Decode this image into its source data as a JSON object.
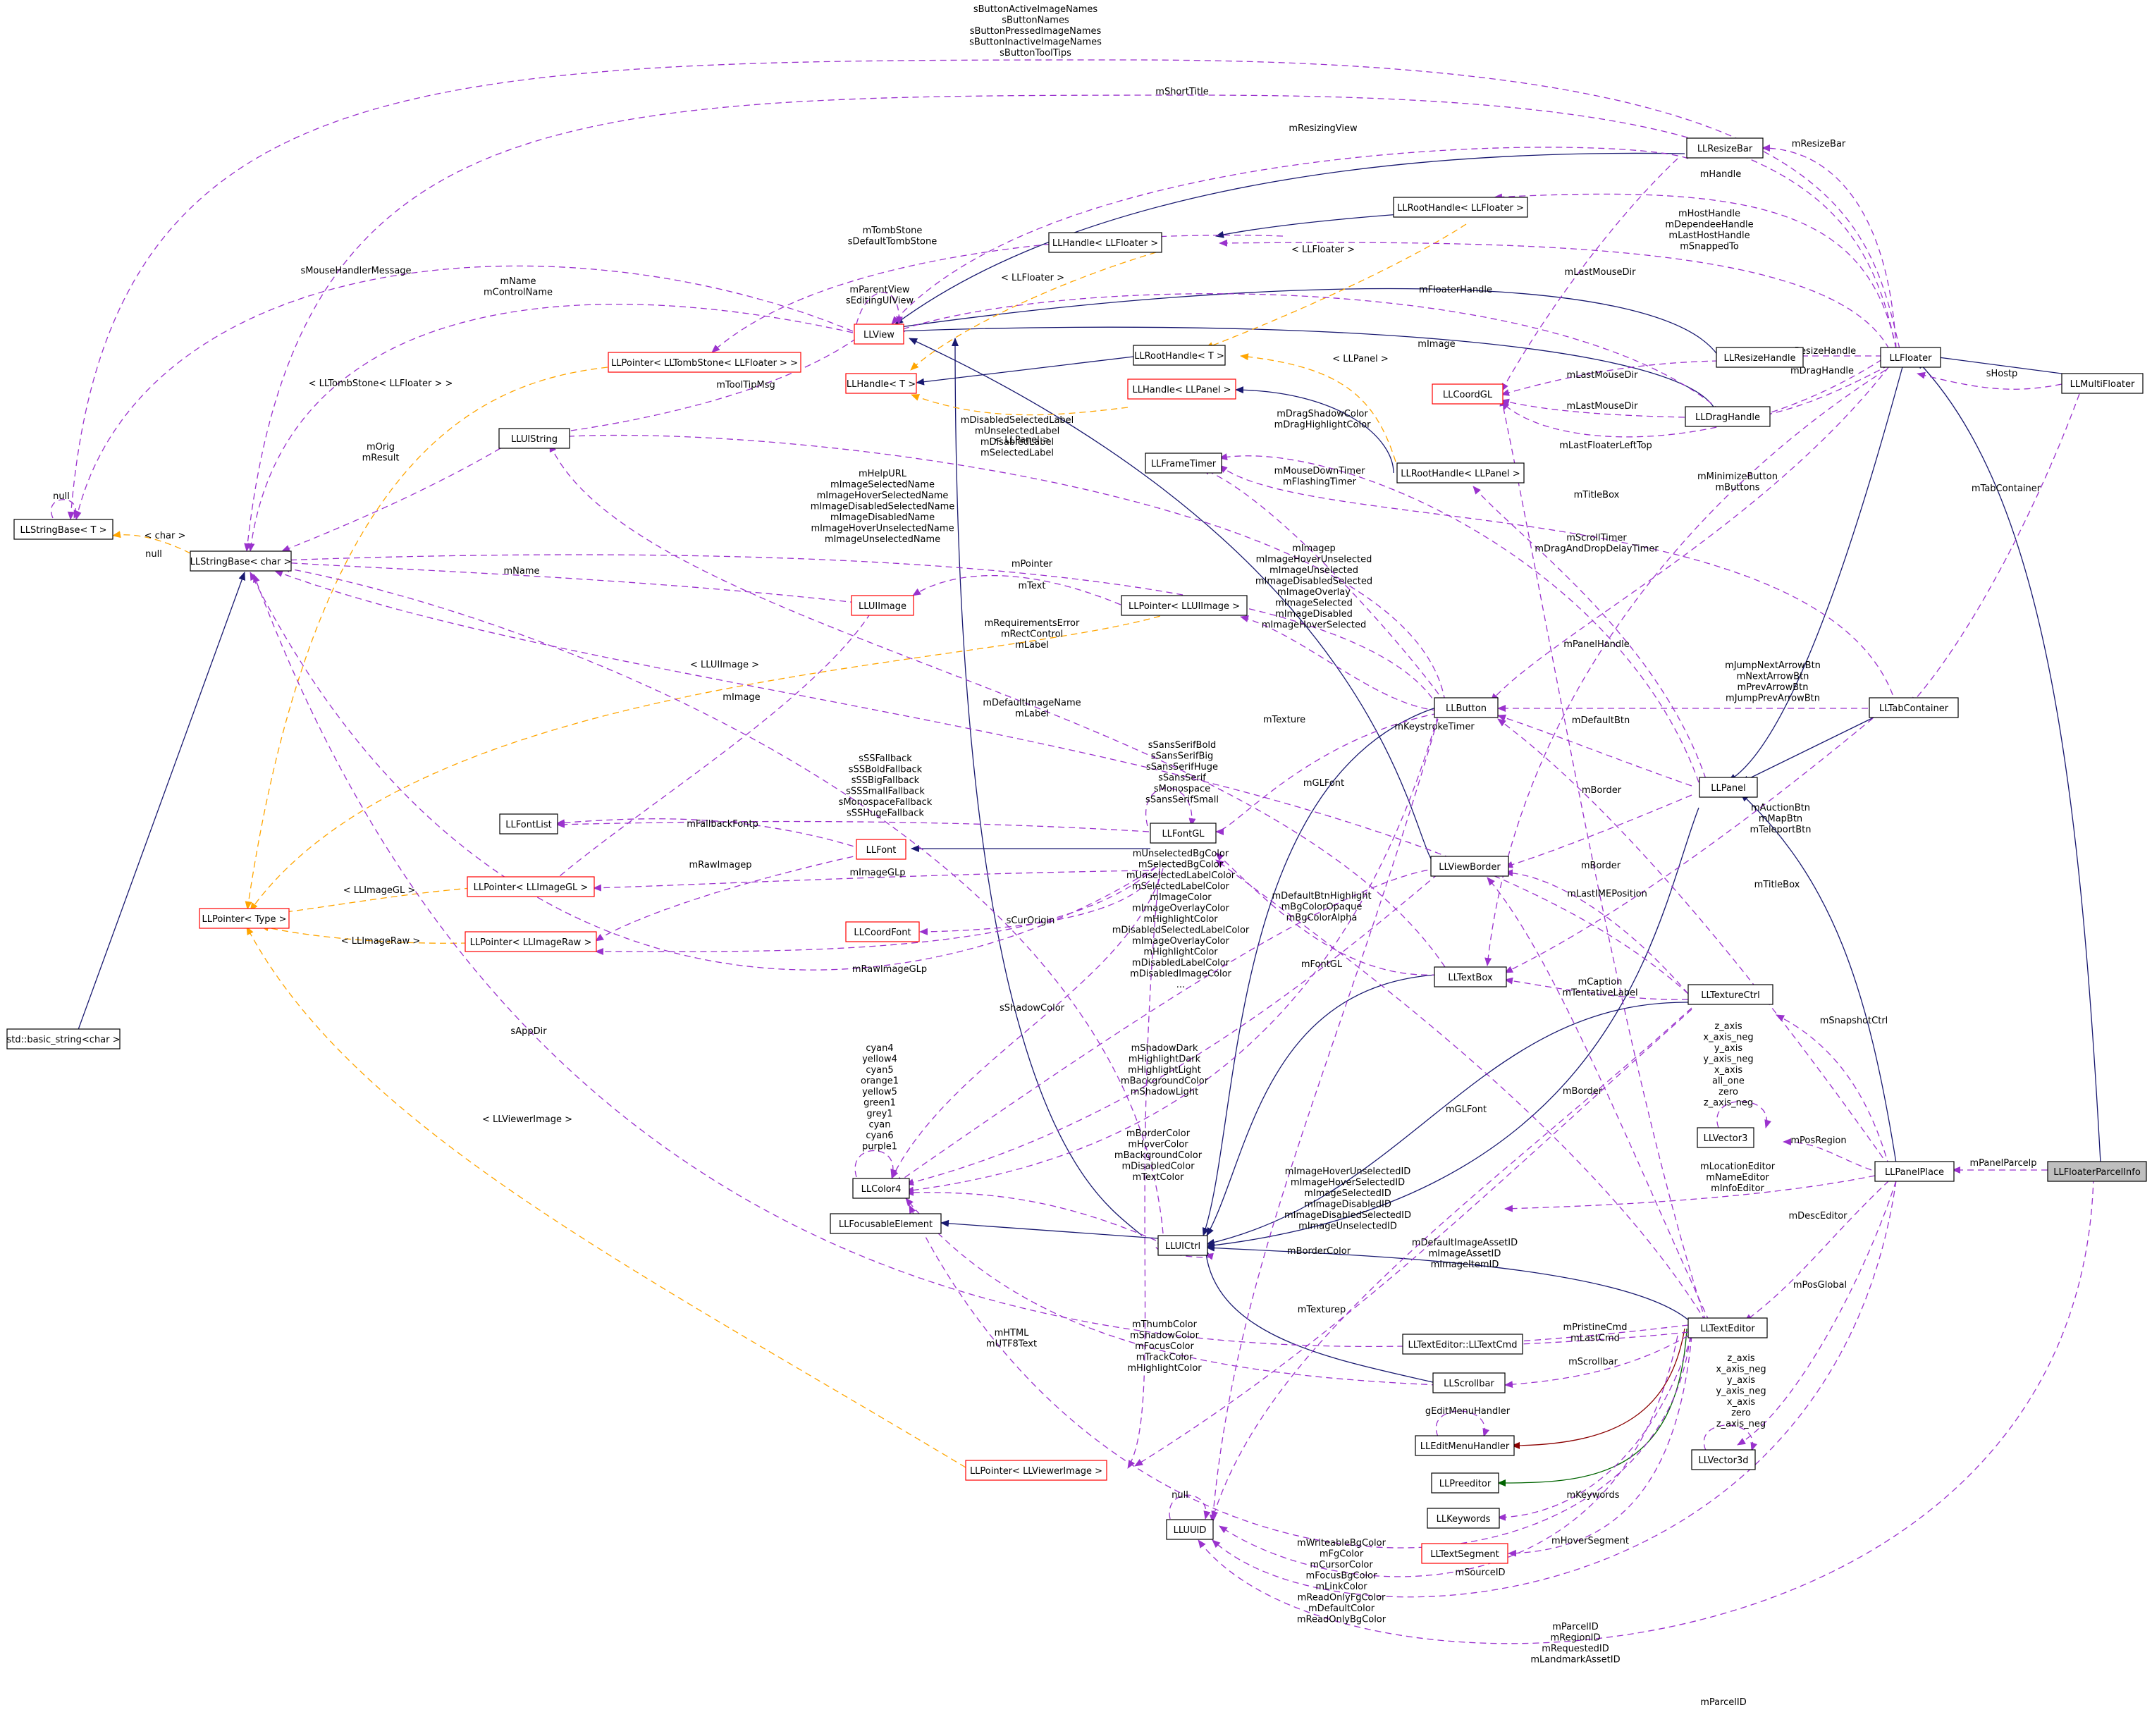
{
  "nodes": [
    {
      "id": "n_stringbase_t",
      "label": "LLStringBase< T >"
    },
    {
      "id": "n_stringbase_char",
      "label": "LLStringBase< char >"
    },
    {
      "id": "n_basic_string",
      "label": "std::basic_string<char >"
    },
    {
      "id": "n_pointer_type",
      "label": "LLPointer< Type >"
    },
    {
      "id": "n_uistring",
      "label": "LLUIString"
    },
    {
      "id": "n_view",
      "label": "LLView"
    },
    {
      "id": "n_handle_t",
      "label": "LLHandle< T >"
    },
    {
      "id": "n_ptr_tombstone",
      "label": "LLPointer< LLTombStone< LLFloater > >"
    },
    {
      "id": "n_handle_floater",
      "label": "LLHandle< LLFloater >"
    },
    {
      "id": "n_roothandle_floater",
      "label": "LLRootHandle< LLFloater >"
    },
    {
      "id": "n_roothandle_t",
      "label": "LLRootHandle< T >"
    },
    {
      "id": "n_handle_panel",
      "label": "LLHandle< LLPanel >"
    },
    {
      "id": "n_frametimer",
      "label": "LLFrameTimer"
    },
    {
      "id": "n_roothandle_panel",
      "label": "LLRootHandle< LLPanel >"
    },
    {
      "id": "n_uiimage",
      "label": "LLUIImage"
    },
    {
      "id": "n_ptr_uiimage",
      "label": "LLPointer< LLUIImage >"
    },
    {
      "id": "n_fontlist",
      "label": "LLFontList"
    },
    {
      "id": "n_font",
      "label": "LLFont"
    },
    {
      "id": "n_fontgl",
      "label": "LLFontGL"
    },
    {
      "id": "n_ptr_imagegl",
      "label": "LLPointer< LLImageGL >"
    },
    {
      "id": "n_coordfont",
      "label": "LLCoordFont"
    },
    {
      "id": "n_ptr_imageraw",
      "label": "LLPointer< LLImageRaw >"
    },
    {
      "id": "n_color4",
      "label": "LLColor4"
    },
    {
      "id": "n_focusable",
      "label": "LLFocusableElement"
    },
    {
      "id": "n_uictrl",
      "label": "LLUICtrl"
    },
    {
      "id": "n_ptr_viewerimage",
      "label": "LLPointer< LLViewerImage >"
    },
    {
      "id": "n_uuid",
      "label": "LLUUID"
    },
    {
      "id": "n_resizebar",
      "label": "LLResizeBar"
    },
    {
      "id": "n_resizehandle",
      "label": "LLResizeHandle"
    },
    {
      "id": "n_coordgl",
      "label": "LLCoordGL"
    },
    {
      "id": "n_draghandle",
      "label": "LLDragHandle"
    },
    {
      "id": "n_button",
      "label": "LLButton"
    },
    {
      "id": "n_viewborder",
      "label": "LLViewBorder"
    },
    {
      "id": "n_textbox",
      "label": "LLTextBox"
    },
    {
      "id": "n_texteditor_cmd",
      "label": "LLTextEditor::LLTextCmd"
    },
    {
      "id": "n_scrollbar",
      "label": "LLScrollbar"
    },
    {
      "id": "n_editmenu",
      "label": "LLEditMenuHandler"
    },
    {
      "id": "n_preeditor",
      "label": "LLPreeditor"
    },
    {
      "id": "n_keywords",
      "label": "LLKeywords"
    },
    {
      "id": "n_textsegment",
      "label": "LLTextSegment"
    },
    {
      "id": "n_floater",
      "label": "LLFloater"
    },
    {
      "id": "n_multifloater",
      "label": "LLMultiFloater"
    },
    {
      "id": "n_tabcontainer",
      "label": "LLTabContainer"
    },
    {
      "id": "n_panel",
      "label": "LLPanel"
    },
    {
      "id": "n_texturectrl",
      "label": "LLTextureCtrl"
    },
    {
      "id": "n_vector3",
      "label": "LLVector3"
    },
    {
      "id": "n_panelplace",
      "label": "LLPanelPlace"
    },
    {
      "id": "n_texteditor",
      "label": "LLTextEditor"
    },
    {
      "id": "n_vector3d",
      "label": "LLVector3d"
    },
    {
      "id": "n_floaterparcelinfo",
      "label": "LLFloaterParcelInfo"
    }
  ],
  "edge_labels": [
    "null",
    "sButtonActiveImageNames\nsButtonNames\nsButtonPressedImageNames\nsButtonInactiveImageNames\nsButtonToolTips",
    "mShortTitle",
    "mResizingView",
    "mResizeBar",
    "mHandle",
    "mTombStone\nsDefaultTombStone",
    "mHostHandle\nmDependeeHandle\nmLastHostHandle\nmSnappedTo",
    "< LLFloater >",
    "sMouseHandlerMessage",
    "mName\nmControlName",
    "mParentView\nsEditingUIView",
    "< LLFloater >",
    "mLastMouseDir",
    "mFloaterHandle",
    "mImage",
    "mResizeHandle",
    "sHostp",
    "< LLTombStone< LLFloater > >",
    "mToolTipMsg",
    "mLastMouseDir",
    "mDragHandle",
    "< LLPanel >",
    "mLastMouseDir",
    "< LLPanel >",
    "mDisabledSelectedLabel\nmUnselectedLabel\nmDisabledLabel\nmSelectedLabel",
    "mDragShadowColor\nmDragHighlightColor",
    "mLastFloaterLeftTop",
    "mTabContainer",
    "mOrig\nmResult",
    "mMouseDownTimer\nmFlashingTimer",
    "mMinimizeButton\nmButtons",
    "< char >",
    "mHelpURL\nmImageSelectedName\nmImageHoverSelectedName\nmImageDisabledSelectedName\nmImageDisabledName\nmImageHoverUnselectedName\nmImageUnselectedName",
    "mTitleBox",
    "null",
    "mScrollTimer\nmDragAndDropDelayTimer",
    "mName",
    "mPointer",
    "mImagep\nmImageHoverUnselected\nmImageUnselected\nmImageDisabledSelected\nmImageOverlay\nmImageSelected\nmImageDisabled\nmImageHoverSelected",
    "mText",
    "mRequirementsError\nmRectControl\nmLabel",
    "mPanelHandle",
    "< LLUIImage >",
    "mJumpNextArrowBtn\nmNextArrowBtn\nmPrevArrowBtn\nmJumpPrevArrowBtn",
    "mImage",
    "mDefaultImageName\nmLabel",
    "mTexture",
    "mKeystrokeTimer",
    "mDefaultBtn",
    "sSansSerifBold\nsSansSerifBig\nsSansSerifHuge\nsSansSerif\nsMonospace\nsSansSerifSmall",
    "sSSFallback\nsSSBoldFallback\nsSSBigFallback\nsSSSmallFallback\nsMonospaceFallback\nsSSHugeFallback",
    "mGLFont",
    "mFallbackFontp",
    "mBorder",
    "mAuctionBtn\nmMapBtn\nmTeleportBtn",
    "mRawImagep",
    "mUnselectedBgColor\nmSelectedBgColor\nmUnselectedLabelColor\nmSelectedLabelColor\nmImageColor\nmImageOverlayColor\nmHighlightColor\nmDisabledSelectedLabelColor\nmImageOverlayColor\nmHighlightColor\nmDisabledLabelColor\nmDisabledImageColor\n...",
    "mImageGLp",
    "mBorder",
    "< LLImageGL >",
    "sCurOrigin",
    "mTitleBox",
    "mDefaultBtnHighlight\nmBgColorOpaque\nmBgColorAlpha",
    "mLastIMEPosition",
    "< LLImageRaw >",
    "mFontGL",
    "mRawImageGLp",
    "mCaption\nmTentativeLabel",
    "sShadowColor",
    "mSnapshotCtrl",
    "sAppDir",
    "z_axis\nx_axis_neg\ny_axis\ny_axis_neg\nx_axis\nall_one\nzero\nz_axis_neg",
    "cyan4\nyellow4\ncyan5\norange1\nyellow5\ngreen1\ngrey1\ncyan\ncyan6\npurple1",
    "mShadowDark\nmHighlightDark\nmHighlightLight\nmBackgroundColor\nmShadowLight",
    "mGLFont",
    "mBorder",
    "< LLViewerImage >",
    "mPosRegion",
    "mBorderColor\nmHoverColor\nmBackgroundColor\nmDisabledColor\nmTextColor",
    "mImageHoverUnselectedID\nmImageHoverSelectedID\nmImageSelectedID\nmImageDisabledID\nmImageDisabledSelectedID\nmImageUnselectedID",
    "mPanelParcelp",
    "mLocationEditor\nmNameEditor\nmInfoEditor",
    "mBorderColor",
    "mDefaultImageAssetID\nmImageAssetID\nmImageItemID",
    "mDescEditor",
    "mTexturep",
    "mHTML\nmUTF8Text",
    "mPristineCmd\nmLastCmd",
    "mPosGlobal",
    "mThumbColor\nmShadowColor\nmFocusColor\nmTrackColor\nmHighlightColor",
    "mScrollbar",
    "gEditMenuHandler",
    "z_axis\nx_axis_neg\ny_axis\ny_axis_neg\nx_axis\nzero\nz_axis_neg",
    "mKeywords",
    "null",
    "mHoverSegment",
    "mWriteableBgColor\nmFgColor\nmCursorColor\nmFocusBgColor\nmLinkColor\nmReadOnlyFgColor\nmDefaultColor\nmReadOnlyBgColor",
    "mSourceID",
    "mParcelID\nmRegionID\nmRequestedID\nmLandmarkAssetID",
    "mParcelID"
  ],
  "colors": {
    "inheritance": "#191970",
    "usage": "#9a32cd",
    "template": "#ffa500",
    "private_inheritance": "#8b0000",
    "protected_inheritance": "#006400",
    "red_border": "#ff0000",
    "selected_fill": "#bfbfbf"
  },
  "selected_node": "n_floaterparcelinfo"
}
